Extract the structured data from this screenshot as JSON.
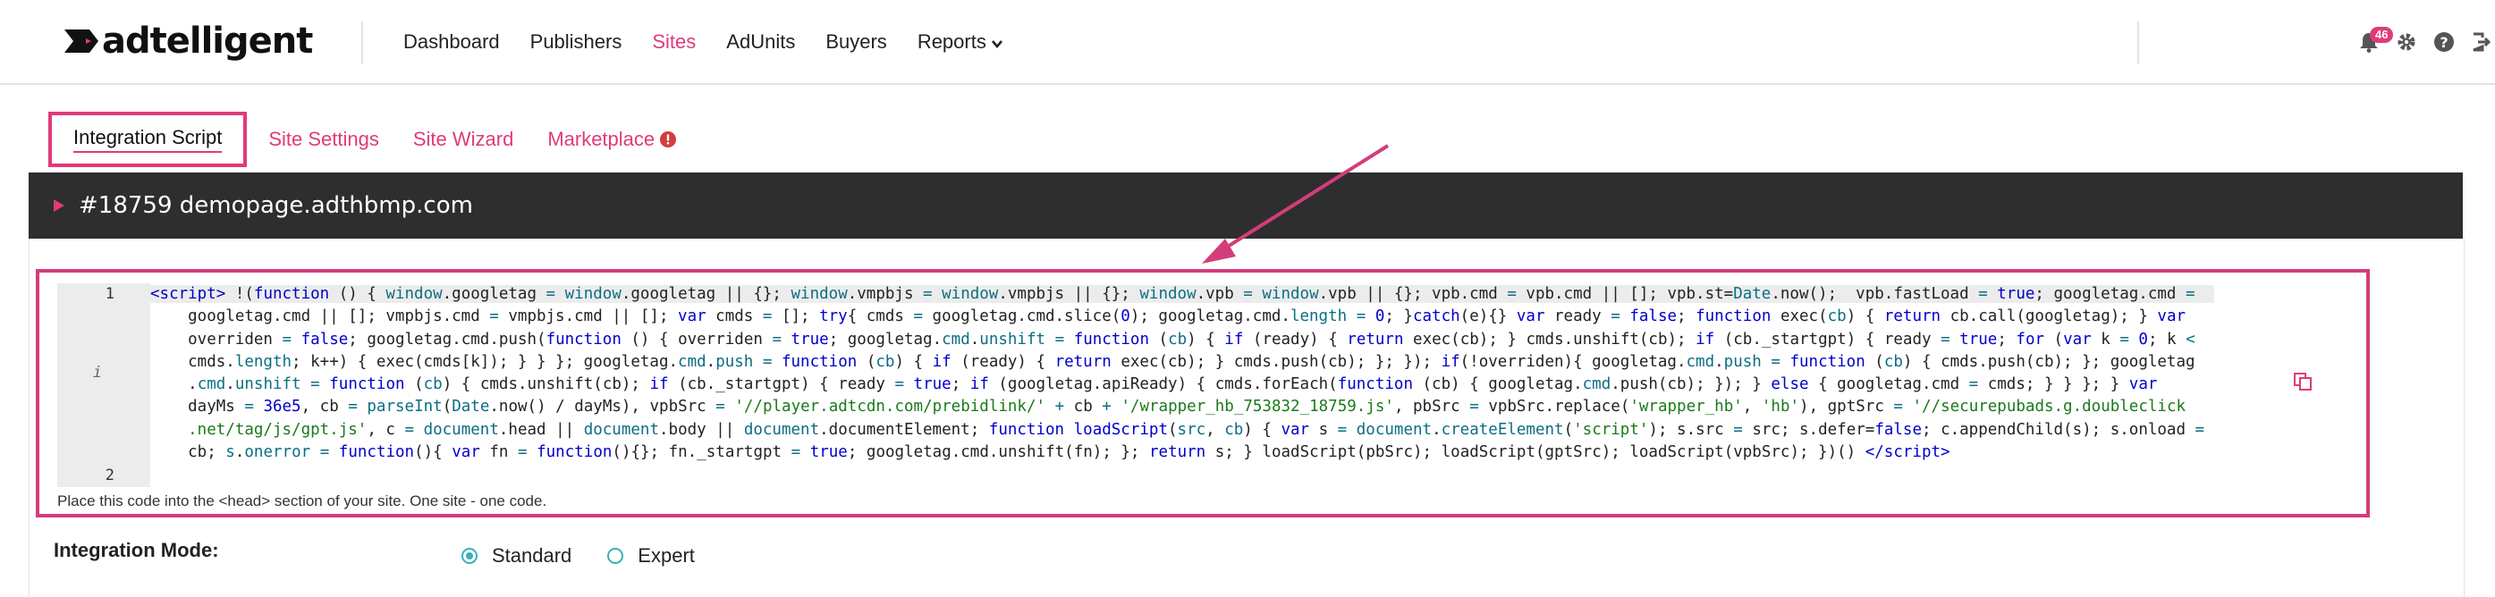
{
  "brand": {
    "logo_text": "adtelligent",
    "accent": "#e03a7a"
  },
  "nav": {
    "items": [
      "Dashboard",
      "Publishers",
      "Sites",
      "AdUnits",
      "Buyers",
      "Reports"
    ],
    "active": "Sites"
  },
  "header_icons": {
    "notifications_count": "46",
    "icons": [
      "bell-icon",
      "gear-icon",
      "help-icon",
      "logout-icon"
    ]
  },
  "tabs": {
    "items": [
      "Integration Script",
      "Site Settings",
      "Site Wizard",
      "Marketplace"
    ],
    "active": "Integration Script"
  },
  "site": {
    "title": "#18759 demopage.adthbmp.com"
  },
  "code": {
    "line_numbers": [
      "1",
      "2"
    ],
    "hint": "Place this code into the <head> section of your site. One site - one code."
  },
  "integration_mode": {
    "label": "Integration Mode:",
    "options": [
      "Standard",
      "Expert"
    ],
    "selected": "Standard"
  }
}
